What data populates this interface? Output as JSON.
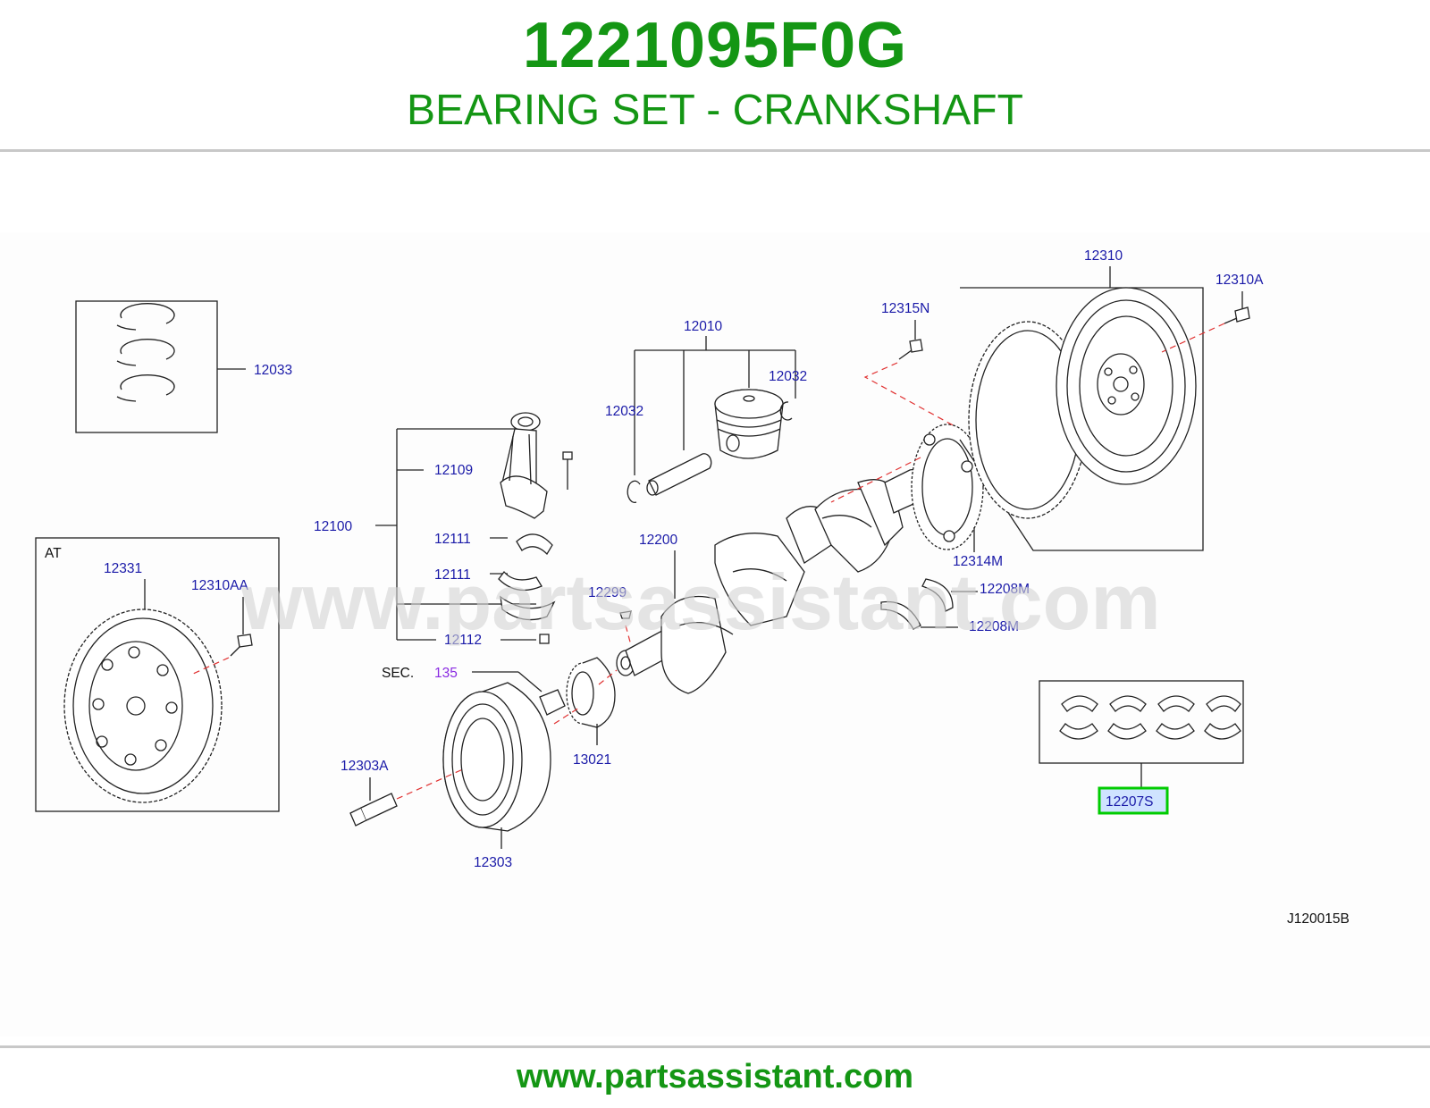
{
  "header": {
    "part_number": "1221095F0G",
    "title": "BEARING SET - CRANKSHAFT"
  },
  "diagram": {
    "code": "J120015B",
    "watermark": "www.partsassistant.com",
    "box_at_label": "AT",
    "sec_label": "SEC.",
    "sec_number": "135",
    "highlighted_part": "12207S",
    "callouts": {
      "c12310": "12310",
      "c12310A": "12310A",
      "c12315N": "12315N",
      "c12010": "12010",
      "c12032a": "12032",
      "c12032b": "12032",
      "c12033": "12033",
      "c12109": "12109",
      "c12100": "12100",
      "c12111a": "12111",
      "c12111b": "12111",
      "c12112": "12112",
      "c12200": "12200",
      "c12299": "12299",
      "c12314M": "12314M",
      "c12208Ma": "12208M",
      "c12208Mb": "12208M",
      "c12331": "12331",
      "c12310AA": "12310AA",
      "c12303A": "12303A",
      "c12303": "12303",
      "c13021": "13021",
      "c12207S": "12207S"
    }
  },
  "footer": {
    "url": "www.partsassistant.com"
  },
  "colors": {
    "brand_green": "#149614",
    "callout_blue": "#1a1aa8",
    "highlight_green": "#00cc00",
    "highlight_fill": "#cfe3ff"
  }
}
